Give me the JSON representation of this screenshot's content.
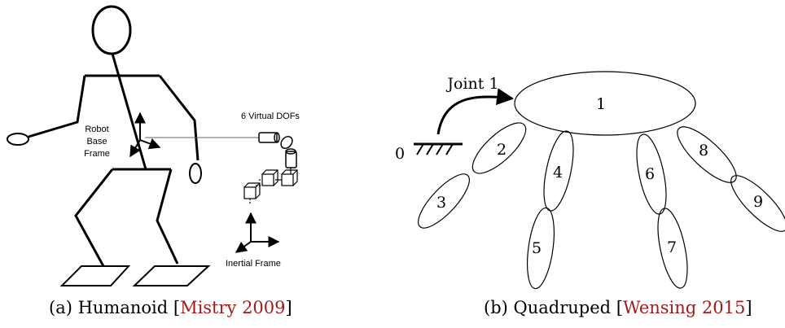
{
  "humanoid": {
    "labels": {
      "robot_base_frame": [
        "Robot",
        "Base",
        "Frame"
      ],
      "virtual_dofs": "6 Virtual DOFs",
      "inertial_frame": "Inertial Frame"
    },
    "caption": {
      "prefix": "(a) Humanoid [",
      "cite": "Mistry 2009",
      "suffix": "]"
    }
  },
  "quadruped": {
    "labels": {
      "joint": "Joint 1",
      "ground": "0"
    },
    "bodies": [
      "1",
      "2",
      "3",
      "4",
      "5",
      "6",
      "7",
      "8",
      "9"
    ],
    "caption": {
      "prefix": "(b) Quadruped [",
      "cite": "Wensing 2015",
      "suffix": "]"
    }
  },
  "colors": {
    "ink": "#000000",
    "citation": "#a01c1c"
  }
}
